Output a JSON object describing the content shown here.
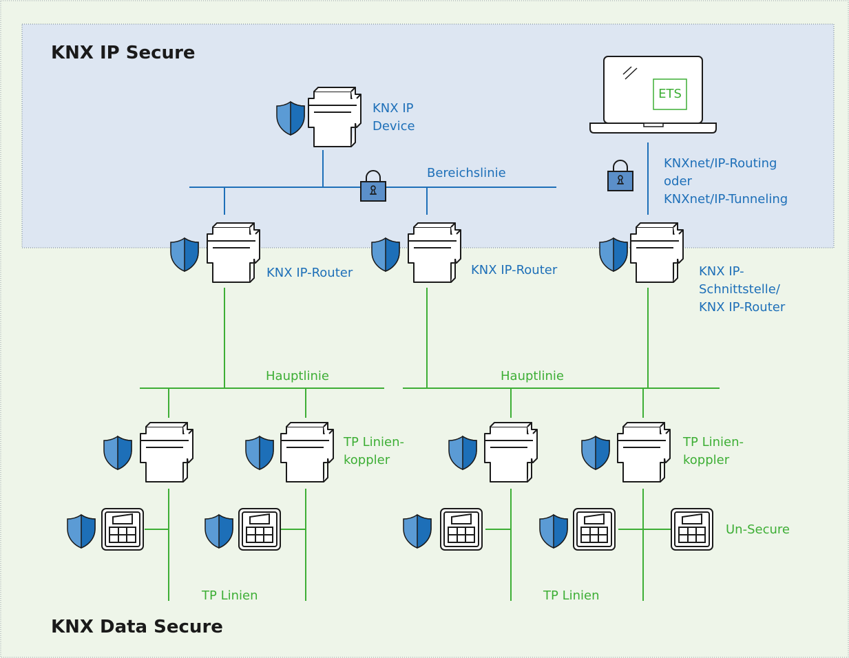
{
  "titles": {
    "ip_zone": "KNX IP Secure",
    "data_zone": "KNX Data Secure"
  },
  "labels": {
    "ip_device": "KNX IP\nDevice",
    "area_line": "Bereichslinie",
    "ets": "ETS",
    "knxnet": "KNXnet/IP-Routing\noder\nKNXnet/IP-Tunneling",
    "ip_router_1": "KNX IP-Router",
    "ip_router_2": "KNX IP-Router",
    "ip_interface": "KNX IP-\nSchnittstelle/\nKNX IP-Router",
    "main_line_1": "Hauptlinie",
    "main_line_2": "Hauptlinie",
    "line_coupler_1": "TP Linien-\nkoppler",
    "line_coupler_2": "TP Linien-\nkoppler",
    "un_secure": "Un-Secure",
    "tp_lines_1": "TP Linien",
    "tp_lines_2": "TP Linien"
  },
  "colors": {
    "background": "#eef5e9",
    "ip_zone_fill": "#dde6f2",
    "ip_line": "#1d6fb8",
    "tp_line": "#3dae35",
    "shield_light": "#5b9bd5",
    "shield_dark": "#1d6fb8",
    "lock_fill": "#5b8fc9",
    "ets_green": "#3dae35",
    "text_dark": "#1a1a1a"
  },
  "icons": [
    "shield-icon",
    "din-rail-device-icon",
    "lock-icon",
    "laptop-icon",
    "wall-switch-icon"
  ]
}
